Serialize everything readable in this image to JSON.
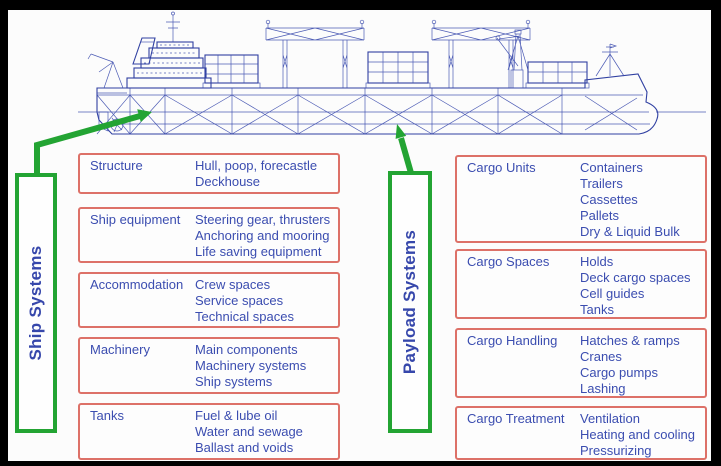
{
  "colors": {
    "frame": "#000000",
    "slide_background": "#fcfcfc",
    "ship_line_blue": "#3040a2",
    "text_blue": "#3b4db0",
    "box_border_red": "#dd7168",
    "green": "#23a433"
  },
  "left_panel": {
    "title": "Ship Systems",
    "boxes": [
      {
        "label": "Structure",
        "items": [
          "Hull, poop, forecastle",
          "Deckhouse"
        ]
      },
      {
        "label": "Ship equipment",
        "items": [
          "Steering gear, thrusters",
          "Anchoring and mooring",
          "Life saving equipment"
        ]
      },
      {
        "label": "Accommodation",
        "items": [
          "Crew spaces",
          "Service spaces",
          "Technical spaces"
        ]
      },
      {
        "label": "Machinery",
        "items": [
          "Main components",
          "Machinery systems",
          "Ship systems"
        ]
      },
      {
        "label": "Tanks",
        "items": [
          "Fuel & lube oil",
          "Water and sewage",
          "Ballast and voids"
        ]
      }
    ]
  },
  "right_panel": {
    "title": "Payload Systems",
    "boxes": [
      {
        "label": "Cargo Units",
        "items": [
          "Containers",
          "Trailers",
          "Cassettes",
          "Pallets",
          "Dry & Liquid Bulk"
        ]
      },
      {
        "label": "Cargo Spaces",
        "items": [
          "Holds",
          "Deck cargo spaces",
          "Cell guides",
          "Tanks"
        ]
      },
      {
        "label": "Cargo Handling",
        "items": [
          "Hatches & ramps",
          "Cranes",
          "Cargo pumps",
          "Lashing"
        ]
      },
      {
        "label": "Cargo Treatment",
        "items": [
          "Ventilation",
          "Heating and cooling",
          "Pressurizing"
        ]
      }
    ]
  }
}
